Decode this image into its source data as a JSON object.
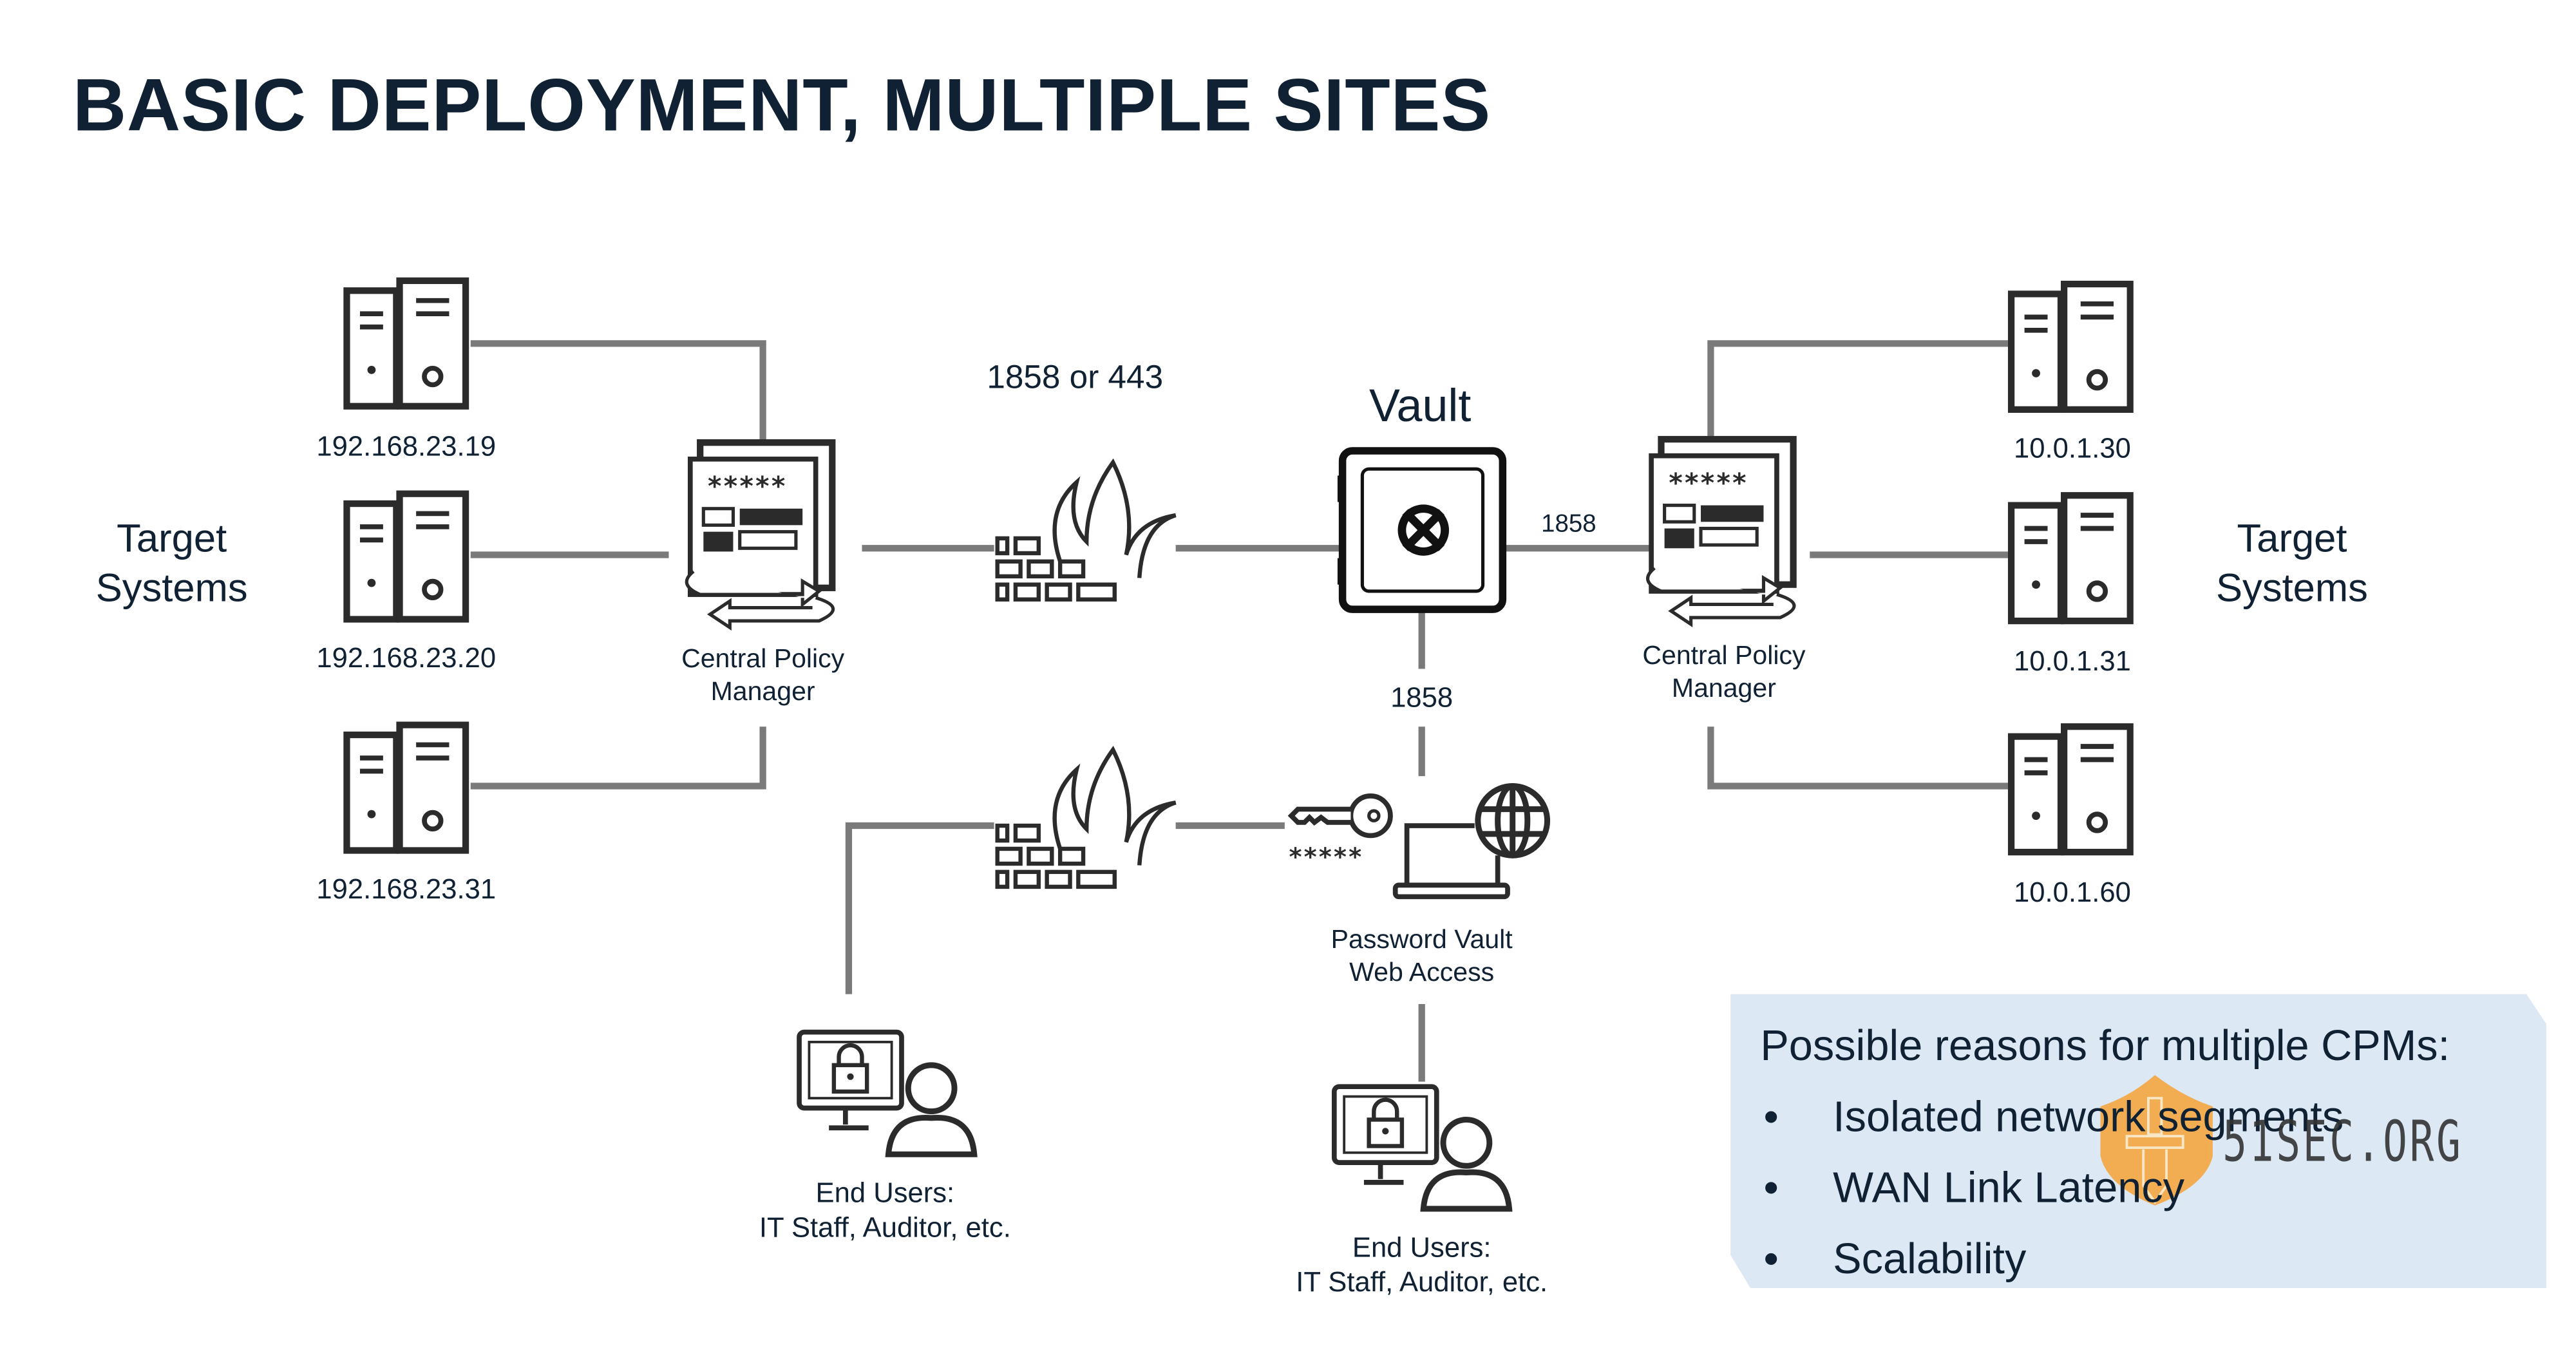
{
  "title": "BASIC DEPLOYMENT, MULTIPLE SITES",
  "left_site": {
    "label_line1": "Target",
    "label_line2": "Systems",
    "servers": [
      "192.168.23.19",
      "192.168.23.20",
      "192.168.23.31"
    ],
    "cpm_line1": "Central Policy",
    "cpm_line2": "Manager"
  },
  "right_site": {
    "label_line1": "Target",
    "label_line2": "Systems",
    "servers": [
      "10.0.1.30",
      "10.0.1.31",
      "10.0.1.60"
    ],
    "cpm_line1": "Central Policy",
    "cpm_line2": "Manager"
  },
  "vault": {
    "label": "Vault",
    "port_right": "1858",
    "port_down": "1858"
  },
  "firewall_port": "1858 or 443",
  "pvwa": {
    "line1": "Password Vault",
    "line2": "Web Access",
    "password_mask": "*****"
  },
  "end_users": [
    {
      "line1": "End Users:",
      "line2": "IT Staff, Auditor, etc."
    },
    {
      "line1": "End Users:",
      "line2": "IT Staff, Auditor, etc."
    }
  ],
  "info_box": {
    "heading": "Possible reasons for multiple CPMs:",
    "bullets": [
      "Isolated network segments",
      "WAN Link Latency",
      "Scalability"
    ],
    "bullet_char": "•"
  },
  "watermark": {
    "text": "51SEC.ORG"
  },
  "colors": {
    "title": "#0f2133",
    "line": "#7a7a7a",
    "icon": "#2b2b2b",
    "info_box_bg": "#dce8f3",
    "watermark_shield": "#f5a742"
  }
}
